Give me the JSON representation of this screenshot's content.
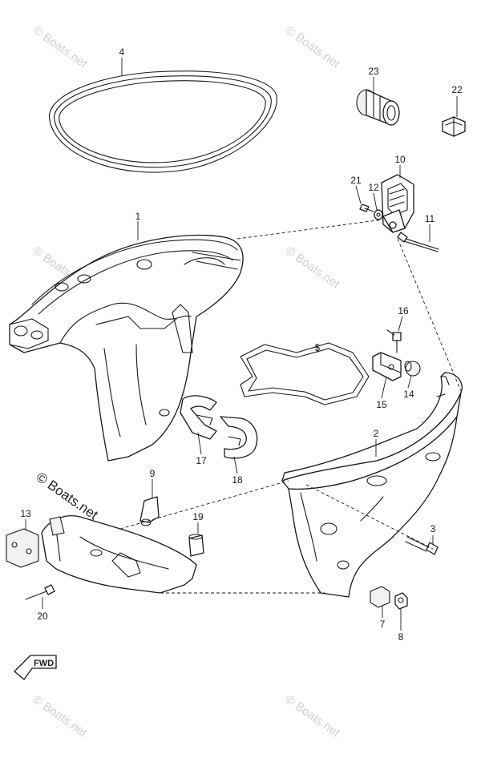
{
  "diagram": {
    "watermark_text": "© Boats.net",
    "fwd_label": "FWD",
    "parts": [
      {
        "id": "p1",
        "label": "1"
      },
      {
        "id": "p2",
        "label": "2"
      },
      {
        "id": "p3",
        "label": "3"
      },
      {
        "id": "p4",
        "label": "4"
      },
      {
        "id": "p5",
        "label": "5"
      },
      {
        "id": "p7",
        "label": "7"
      },
      {
        "id": "p8",
        "label": "8"
      },
      {
        "id": "p9",
        "label": "9"
      },
      {
        "id": "p10",
        "label": "10"
      },
      {
        "id": "p11",
        "label": "11"
      },
      {
        "id": "p12",
        "label": "12"
      },
      {
        "id": "p13",
        "label": "13"
      },
      {
        "id": "p14",
        "label": "14"
      },
      {
        "id": "p15",
        "label": "15"
      },
      {
        "id": "p16",
        "label": "16"
      },
      {
        "id": "p17",
        "label": "17"
      },
      {
        "id": "p18",
        "label": "18"
      },
      {
        "id": "p19",
        "label": "19"
      },
      {
        "id": "p20",
        "label": "20"
      },
      {
        "id": "p21",
        "label": "21"
      },
      {
        "id": "p22",
        "label": "22"
      },
      {
        "id": "p23",
        "label": "23"
      }
    ]
  }
}
